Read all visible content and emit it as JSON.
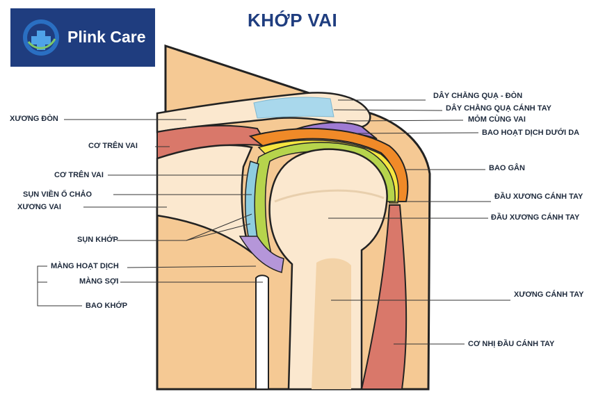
{
  "brand": {
    "name": "Plink Care"
  },
  "title": "KHỚP VAI",
  "colors": {
    "skin": "#f5c994",
    "bone": "#fbe8cf",
    "navy": "#1f3d7f",
    "cartilage_green": "#b6d44c",
    "cartilage_blue": "#8ecde0",
    "bursa_purple": "#9f7bd3",
    "tendon_yellow": "#f5e540",
    "muscle_red": "#d9786a",
    "orange": "#f08a28",
    "line": "#333333"
  },
  "labels": {
    "left": {
      "xuong_don": "XƯƠNG ĐÒN",
      "co_tren_vai_1": "CƠ TRÊN VAI",
      "co_tren_vai_2": "CƠ TRÊN VAI",
      "sun_vien": "SỤN VIỀN Ổ CHẢO",
      "xuong_vai": "XƯƠNG VAI",
      "sun_khop": "SỤN KHỚP",
      "mang_hoat_dich": "MÀNG HOẠT DỊCH",
      "mang_soi": "MÀNG SỢI",
      "bao_khop": "BAO KHỚP"
    },
    "right": {
      "day_chang_qua_don": "DÂY CHẰNG QUẠ - ĐÒN",
      "day_chang_qua_canh_tay": "DÂY CHẰNG QUẠ CÁNH TAY",
      "mom_cung_vai": "MỎM CÙNG VAI",
      "bao_hoat_dich_duoi_da": "BAO HOẠT DỊCH DƯỚI DA",
      "bao_gan": "BAO GÂN",
      "dau_xuong_1": "ĐẦU XƯƠNG CÁNH TAY",
      "dau_xuong_2": "ĐẦU XƯƠNG CÁNH TAY",
      "xuong_canh_tay": "XƯƠNG CÁNH TAY",
      "co_nhi_dau": "CƠ NHỊ ĐẦU CÁNH TAY"
    }
  }
}
